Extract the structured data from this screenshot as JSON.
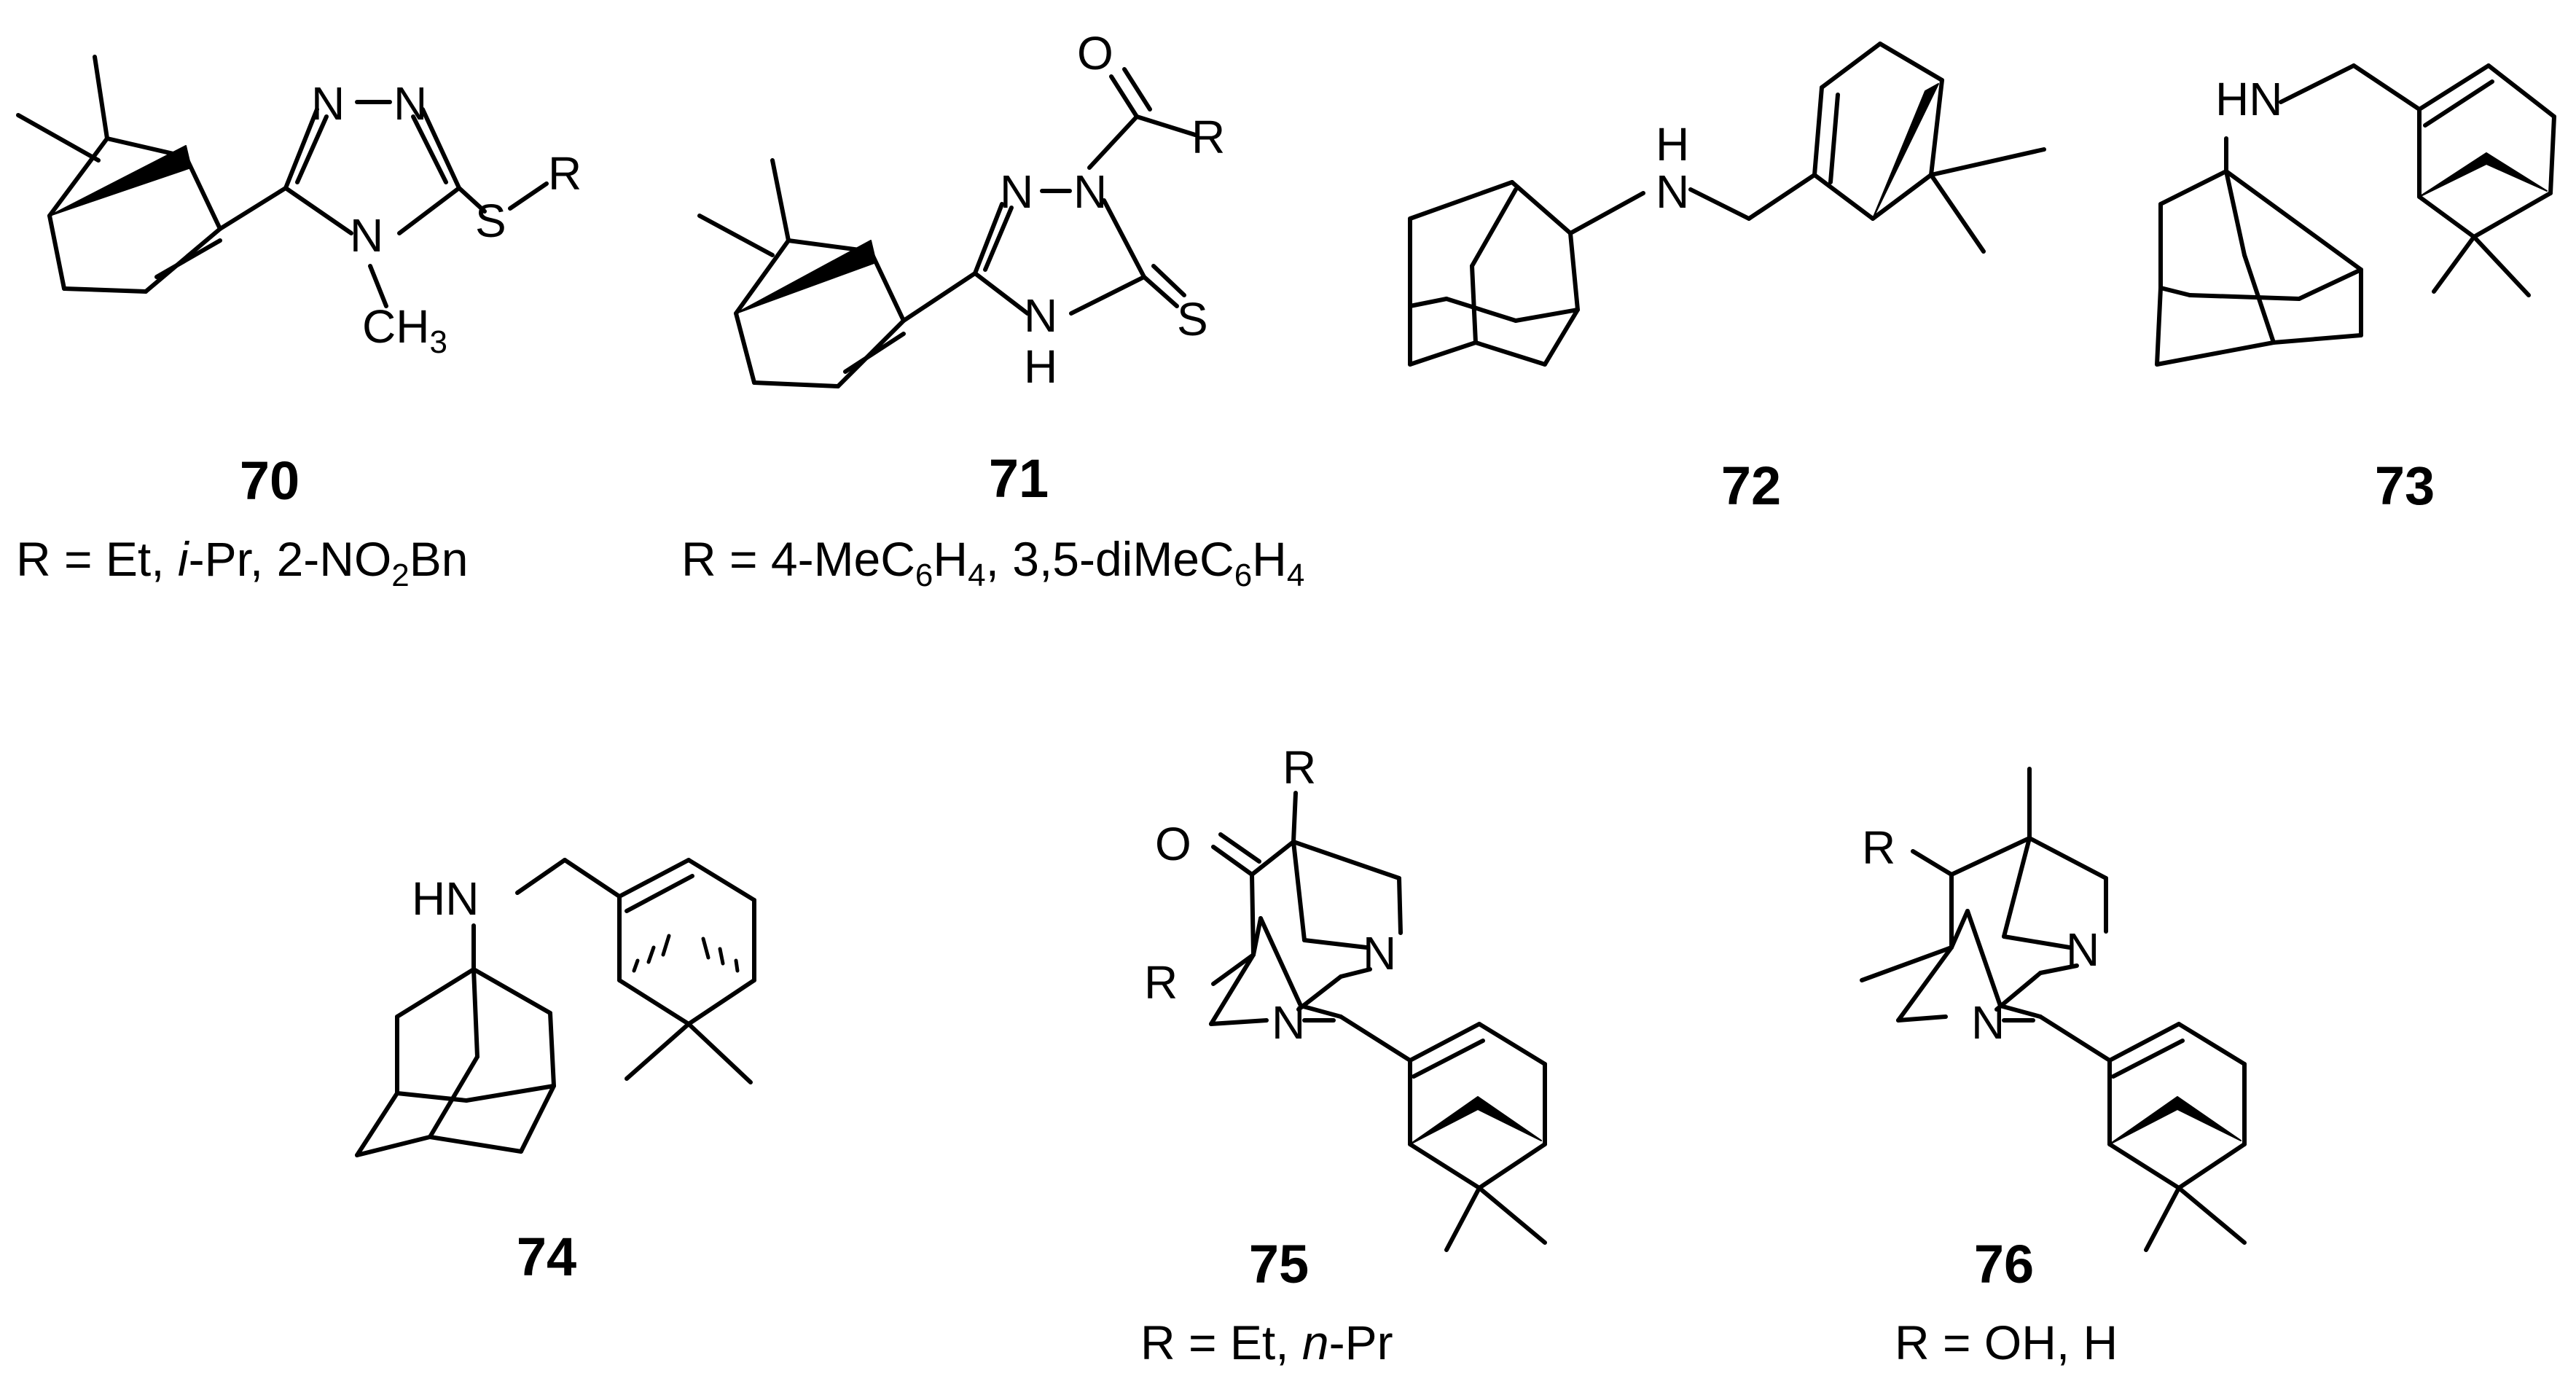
{
  "compounds": [
    {
      "id": "c70",
      "number": "70",
      "substituents": [
        "R = Et, ",
        "i",
        "-Pr, 2-NO",
        "2",
        "Bn"
      ]
    },
    {
      "id": "c71",
      "number": "71",
      "substituents": [
        "R = 4-MeC",
        "6",
        "H",
        "4",
        ", 3,5-diMeC",
        "6",
        "H",
        "4"
      ]
    },
    {
      "id": "c72",
      "number": "72"
    },
    {
      "id": "c73",
      "number": "73"
    },
    {
      "id": "c74",
      "number": "74"
    },
    {
      "id": "c75",
      "number": "75",
      "substituents": [
        "R = Et, ",
        "n",
        "-Pr"
      ]
    },
    {
      "id": "c76",
      "number": "76",
      "substituents": [
        "R = OH, H"
      ]
    }
  ],
  "atom_labels": {
    "N": "N",
    "NH_top": "H",
    "NH_bottom": "NH",
    "H": "H",
    "HN": "HN",
    "S": "S",
    "O": "O",
    "R": "R",
    "CH3_base": "CH",
    "CH3_sub": "3",
    "SR_S": "S",
    "SR_R": "R"
  }
}
